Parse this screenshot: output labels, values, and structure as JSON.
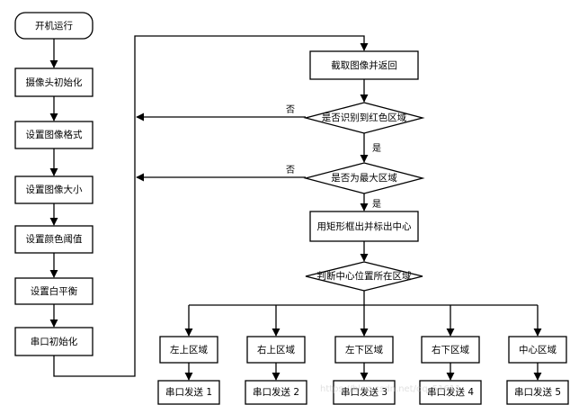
{
  "nodes": {
    "start": "开机运行",
    "camera_init": "摄像头初始化",
    "set_format": "设置图像格式",
    "set_size": "设置图像大小",
    "set_color_threshold": "设置颜色阈值",
    "set_white_balance": "设置白平衡",
    "uart_init": "串口初始化",
    "capture": "截取图像并返回",
    "check_red": "是否识别到红色区域",
    "check_max": "是否为最大区域",
    "mark_center": "用矩形框出并标出中心",
    "judge_region": "判断中心位置所在区域",
    "region_top_left": "左上区域",
    "region_top_right": "右上区域",
    "region_bottom_left": "左下区域",
    "region_bottom_right": "右下区域",
    "region_center": "中心区域",
    "send_1": "串口发送 1",
    "send_2": "串口发送 2",
    "send_3": "串口发送 3",
    "send_4": "串口发送 4",
    "send_5": "串口发送 5"
  },
  "edge_labels": {
    "no_red": "否",
    "yes_red": "是",
    "no_max": "否",
    "yes_max": "是"
  },
  "watermark": "https://blog.csdn.net/qq_51611"
}
